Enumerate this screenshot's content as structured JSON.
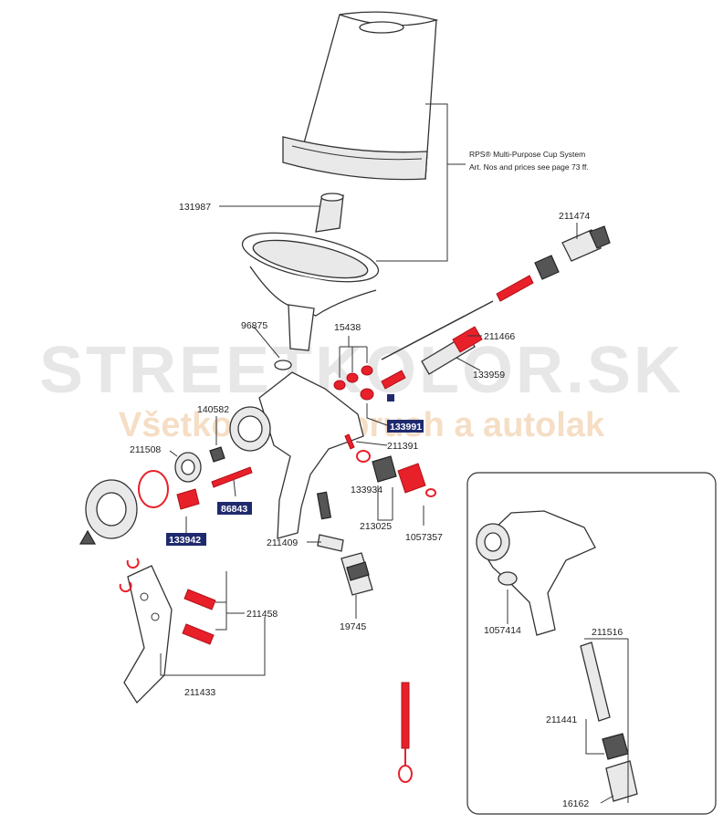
{
  "watermark": {
    "line1": "STREETKOLOR.SK",
    "line2": "Všetko pre airbrush a autolak"
  },
  "note": {
    "line1": "RPS® Multi-Purpose Cup System",
    "line2": "Art. Nos and prices see page 73 ff."
  },
  "labels": {
    "p131987": "131987",
    "p211474": "211474",
    "p96875": "96875",
    "p15438": "15438",
    "p211466": "211466",
    "p133959": "133959",
    "p140582": "140582",
    "p133991": "133991",
    "p211391": "211391",
    "p211508": "211508",
    "p86843": "86843",
    "p133934": "133934",
    "p133942": "133942",
    "p213025": "213025",
    "p1057357": "1057357",
    "p211409": "211409",
    "p211458": "211458",
    "p19745": "19745",
    "p211433": "211433",
    "p1057414": "1057414",
    "p211516": "211516",
    "p211441": "211441",
    "p16162": "16162"
  },
  "highlight_color": "#1f2a6e",
  "accent_color": "#e8202a"
}
